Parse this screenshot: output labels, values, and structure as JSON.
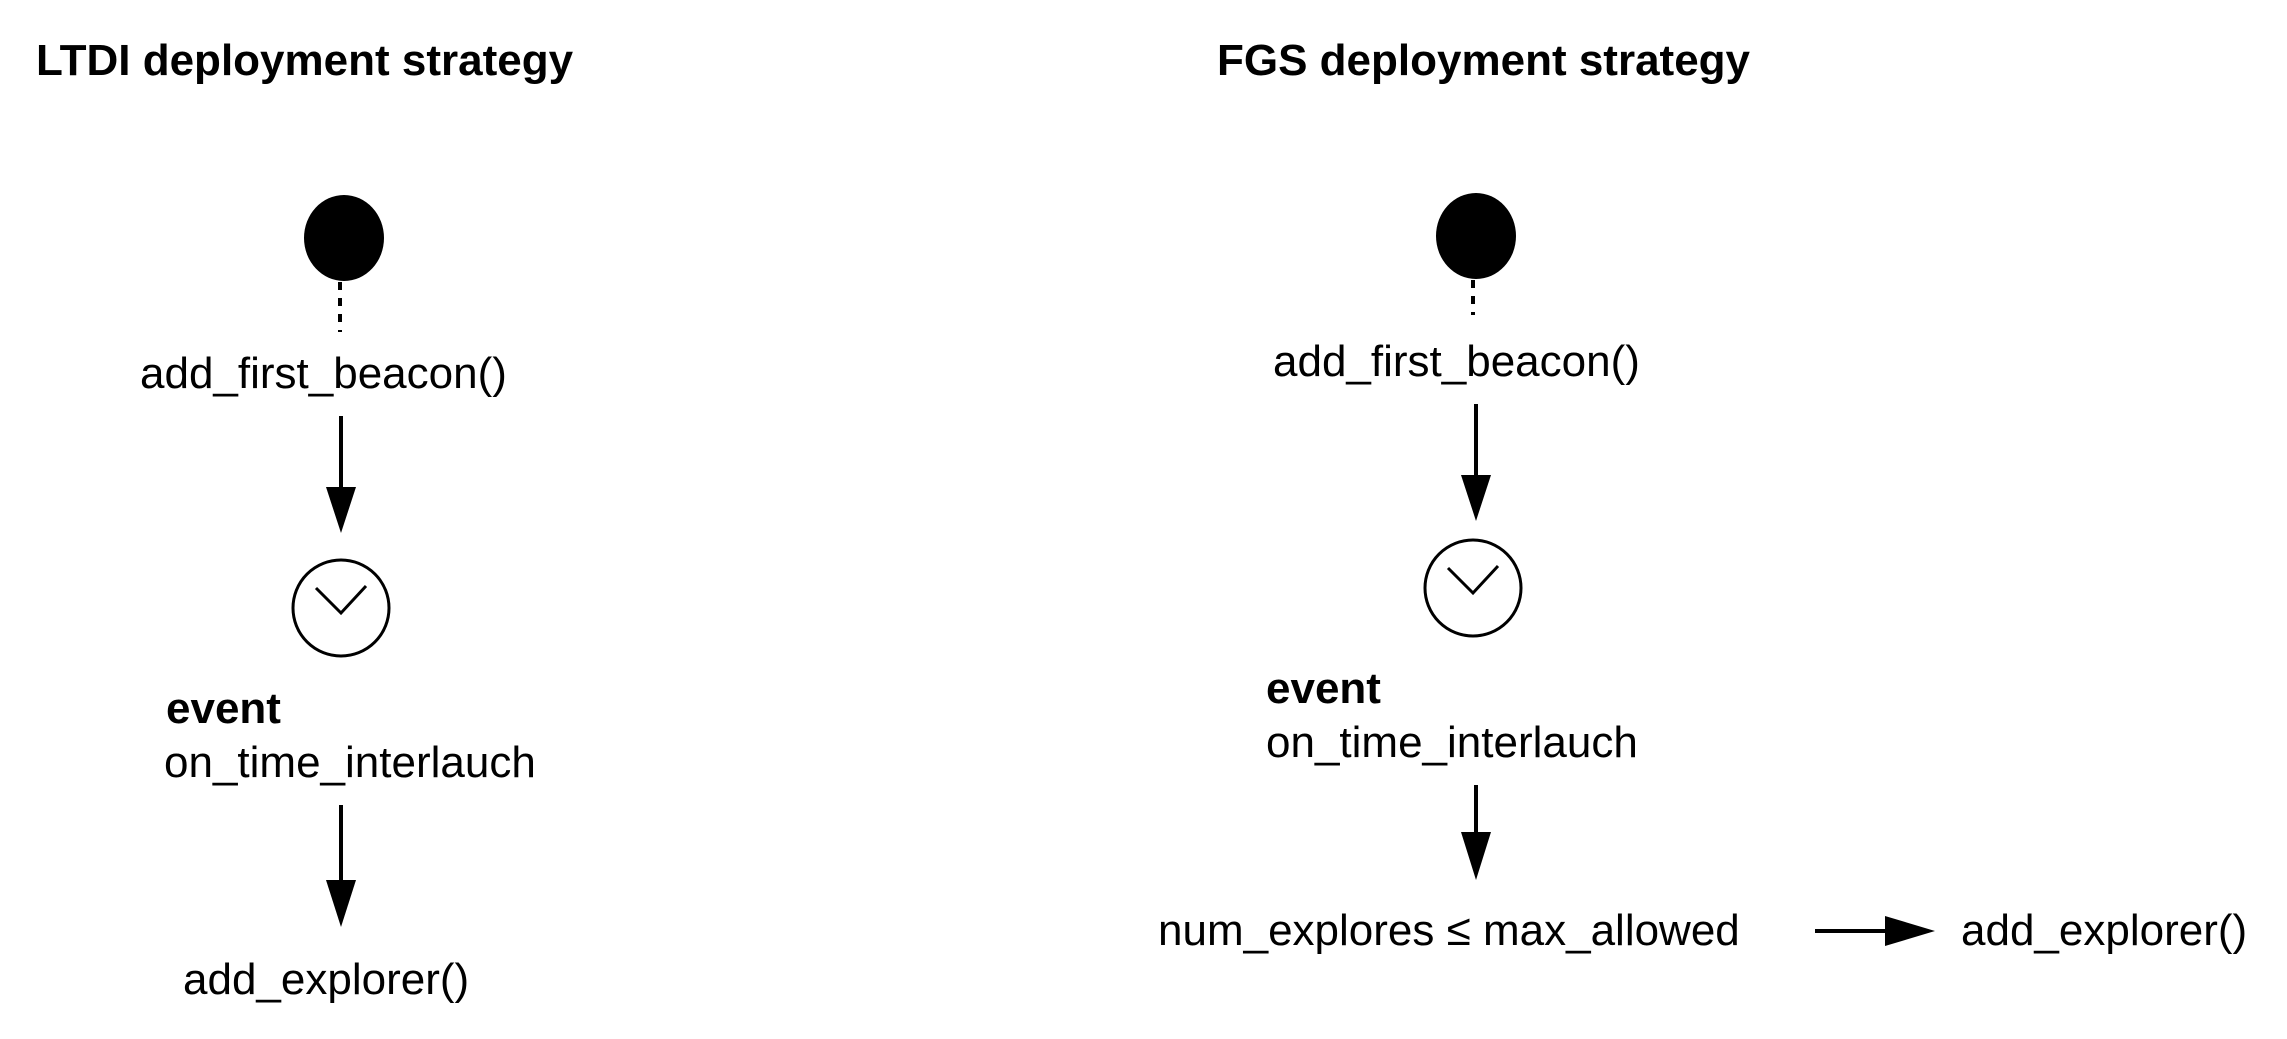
{
  "ltdi": {
    "title": "LTDI deployment strategy",
    "first_action": "add_first_beacon()",
    "event_keyword": "event",
    "event_name": "on_time_interlauch",
    "final_action": "add_explorer()"
  },
  "fgs": {
    "title": "FGS deployment strategy",
    "first_action": "add_first_beacon()",
    "event_keyword": "event",
    "event_name": "on_time_interlauch",
    "condition": "num_explores ≤ max_allowed",
    "final_action": "add_explorer()"
  },
  "icons": {
    "start": "filled-circle-initial-node",
    "timer": "clock-timer-icon"
  }
}
